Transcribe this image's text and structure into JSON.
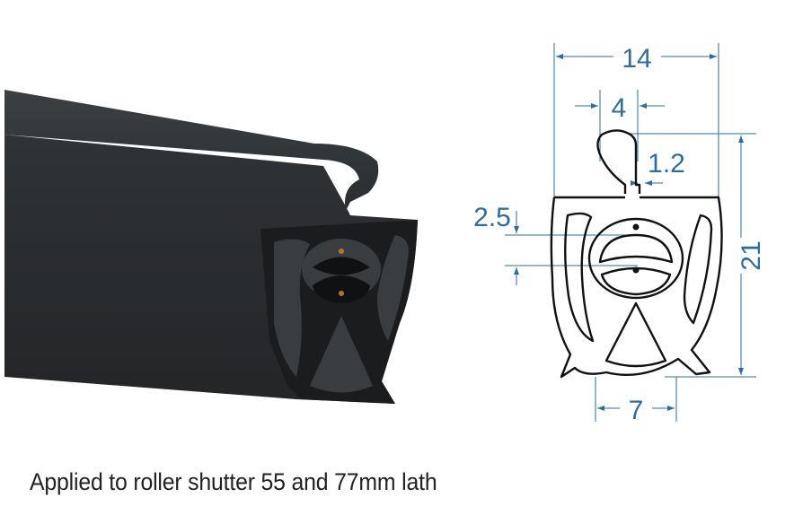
{
  "caption": "Applied to roller shutter 55 and 77mm lath",
  "dimensions": {
    "overall_width": "14",
    "hook_width": "4",
    "hook_thickness": "1.2",
    "bulb_gap": "2.5",
    "overall_height": "21",
    "base_width": "7"
  },
  "colors": {
    "dimension": "#2b6e9e",
    "outline": "#111111",
    "rubber": "#2f3234"
  }
}
